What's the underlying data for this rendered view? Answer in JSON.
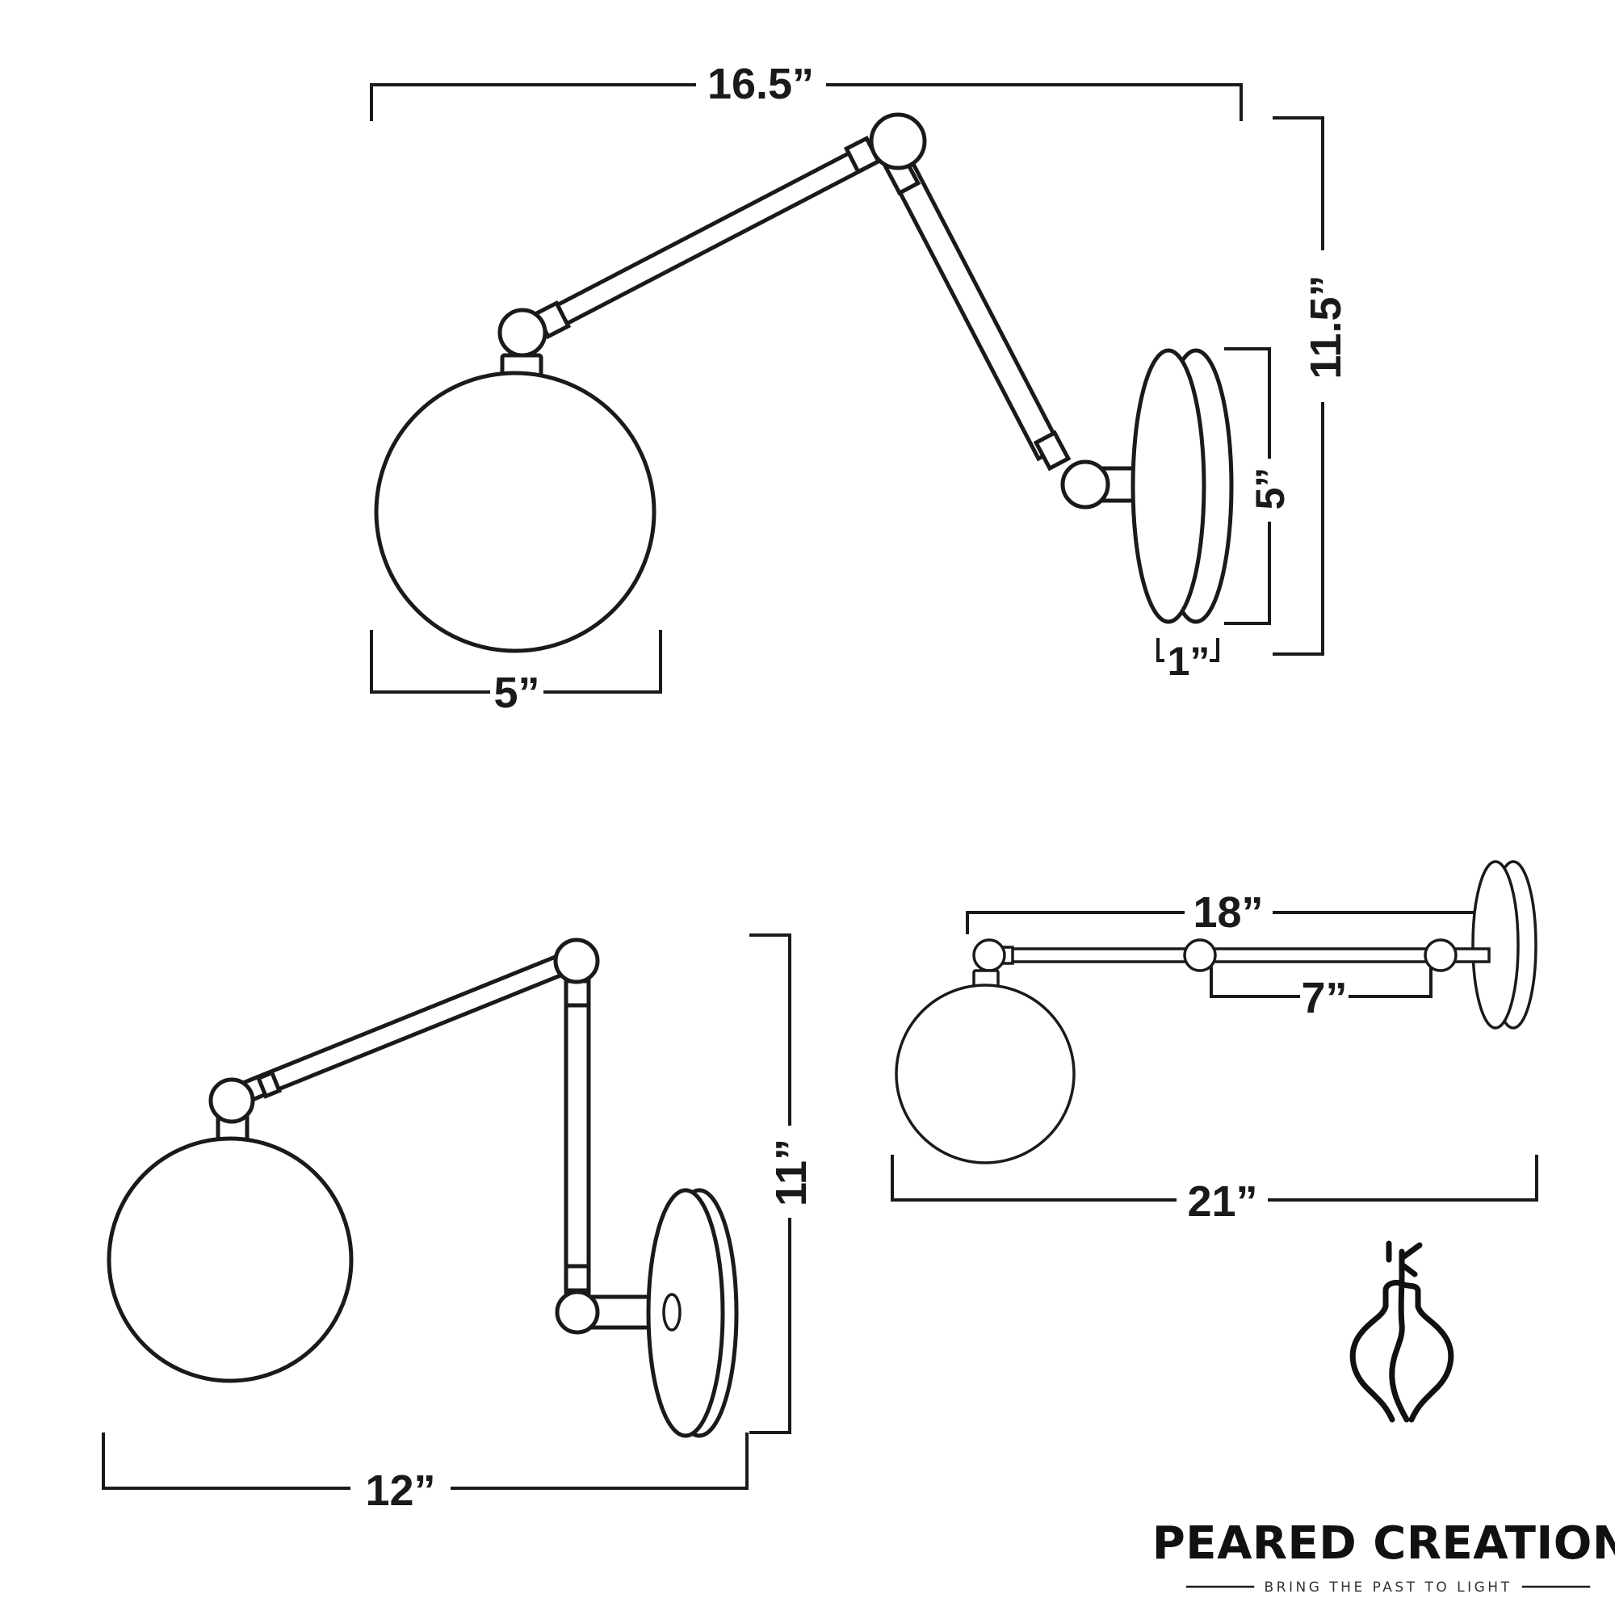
{
  "top_view": {
    "overall_width": "16.5”",
    "overall_height": "11.5”",
    "shade_diameter": "5”",
    "backplate_diameter": "5”",
    "backplate_depth": "1”"
  },
  "bottom_left_view": {
    "overall_width": "12”",
    "overall_height": "11”"
  },
  "bottom_right_view": {
    "arm_length": "18”",
    "segment_length": "7”",
    "overall_extension": "21”"
  },
  "brand": {
    "name": "PEARED CREATION",
    "tagline": "BRING THE PAST TO LIGHT",
    "logo_icon": "pear-lightbulb-icon"
  },
  "colors": {
    "line": "#1a1a1a",
    "background": "#ffffff"
  }
}
